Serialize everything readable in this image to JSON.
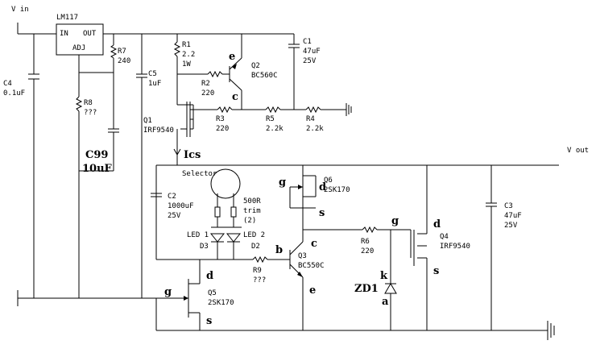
{
  "labels": {
    "v_in": "V in",
    "v_out": "V out",
    "lm117": "LM117",
    "lm_in": "IN",
    "lm_out": "OUT",
    "lm_adj": "ADJ",
    "c4_name": "C4",
    "c4_value": "0.1uF",
    "r8_name": "R8",
    "r8_value": "???",
    "r7_name": "R7",
    "r7_value": "240",
    "c99_name": "C99",
    "c99_value": "10uF",
    "c5_name": "C5",
    "c5_value": "1uF",
    "r1_name": "R1",
    "r1_value": "2.2",
    "r1_power": "1W",
    "q2_name": "Q2",
    "q2_part": "BC560C",
    "q2_e": "e",
    "q2_c": "c",
    "r2_name": "R2",
    "r2_value": "220",
    "c1_name": "C1",
    "c1_value": "47uF",
    "c1_voltage": "25V",
    "q1_name": "Q1",
    "q1_part": "IRF9540",
    "r3_name": "R3",
    "r3_value": "220",
    "r5_name": "R5",
    "r5_value": "2.2k",
    "r4_name": "R4",
    "r4_value": "2.2k",
    "ics": "Ics",
    "selector": "Selector",
    "q6_name": "Q6",
    "q6_part": "2SK170",
    "q6_g": "g",
    "q6_d": "d",
    "q6_s": "s",
    "trim_value": "500R",
    "trim_label": "trim",
    "trim_index": "(2)",
    "c2_name": "C2",
    "c2_value": "1000uF",
    "c2_voltage": "25V",
    "led1": "LED 1",
    "led2": "LED 2",
    "d3": "D3",
    "d2": "D2",
    "r9_name": "R9",
    "r9_value": "???",
    "q3_b": "b",
    "q3_c": "c",
    "q3_e": "e",
    "q3_name": "Q3",
    "q3_part": "BC550C",
    "r6_name": "R6",
    "r6_value": "220",
    "q4_g": "g",
    "q4_d": "d",
    "q4_s": "s",
    "q4_name": "Q4",
    "q4_part": "IRF9540",
    "zd1": "ZD1",
    "zd1_k": "k",
    "zd1_a": "a",
    "c3_name": "C3",
    "c3_value": "47uF",
    "c3_voltage": "25V",
    "q5_d": "d",
    "q5_g": "g",
    "q5_s": "s",
    "q5_name": "Q5",
    "q5_part": "2SK170"
  }
}
